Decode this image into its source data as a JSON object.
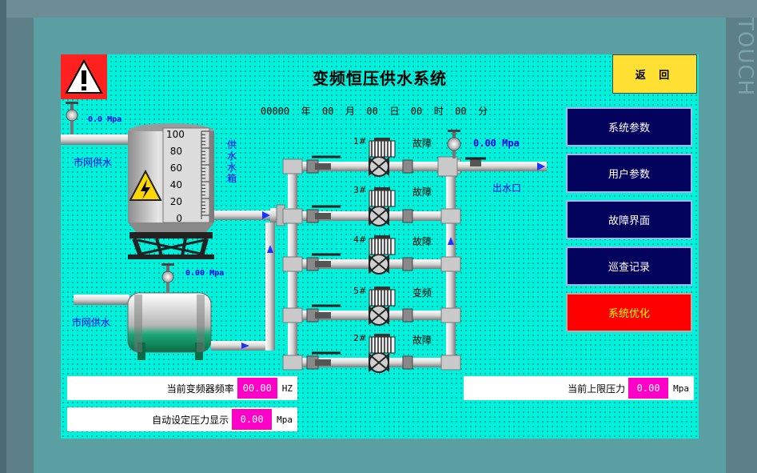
{
  "title": "变频恒压供水系统",
  "brand": "TOUCH",
  "datetime": {
    "year": "00000",
    "year_unit": "年",
    "month": "00",
    "month_unit": "月",
    "day": "00",
    "day_unit": "日",
    "hour": "00",
    "hour_unit": "时",
    "minute": "00",
    "minute_unit": "分"
  },
  "back_button": "返 回",
  "nav": [
    {
      "label": "系统参数"
    },
    {
      "label": "用户参数"
    },
    {
      "label": "故障界面"
    },
    {
      "label": "巡查记录"
    },
    {
      "label": "系统优化"
    }
  ],
  "labels": {
    "city_water_top": "市网供水",
    "city_water_bottom": "市网供水",
    "tank": "供水水箱",
    "outlet": "出水口"
  },
  "gauges": {
    "top_left": {
      "value": "0.0",
      "unit": "Mpa"
    },
    "lower_tank": {
      "value": "0.00",
      "unit": "Mpa"
    },
    "outlet": {
      "value": "0.00",
      "unit": "Mpa"
    }
  },
  "tank_scale": [
    "100",
    "80",
    "60",
    "40",
    "20",
    "0"
  ],
  "pumps": [
    {
      "id": "1#",
      "status": "故障"
    },
    {
      "id": "3#",
      "status": "故障"
    },
    {
      "id": "4#",
      "status": "故障"
    },
    {
      "id": "5#",
      "status": "变频"
    },
    {
      "id": "2#",
      "status": "故障"
    }
  ],
  "readouts": {
    "freq": {
      "label": "当前变频器频率",
      "value": "00.00",
      "unit": "HZ"
    },
    "set_pressure": {
      "label": "自动设定压力显示",
      "value": "0.00",
      "unit": "Mpa"
    },
    "upper_pressure": {
      "label": "当前上限压力",
      "value": "0.00",
      "unit": "Mpa"
    }
  },
  "colors": {
    "screen_bg": "#00f2dd",
    "nav_bg": "#03035e",
    "nav_alert": "#ff0000",
    "back_bg": "#ffe033",
    "value_bg": "#ff00c8",
    "label_blue": "#0000ee"
  },
  "icons": {
    "warning": "warning-triangle-icon",
    "high_voltage": "high-voltage-icon"
  }
}
